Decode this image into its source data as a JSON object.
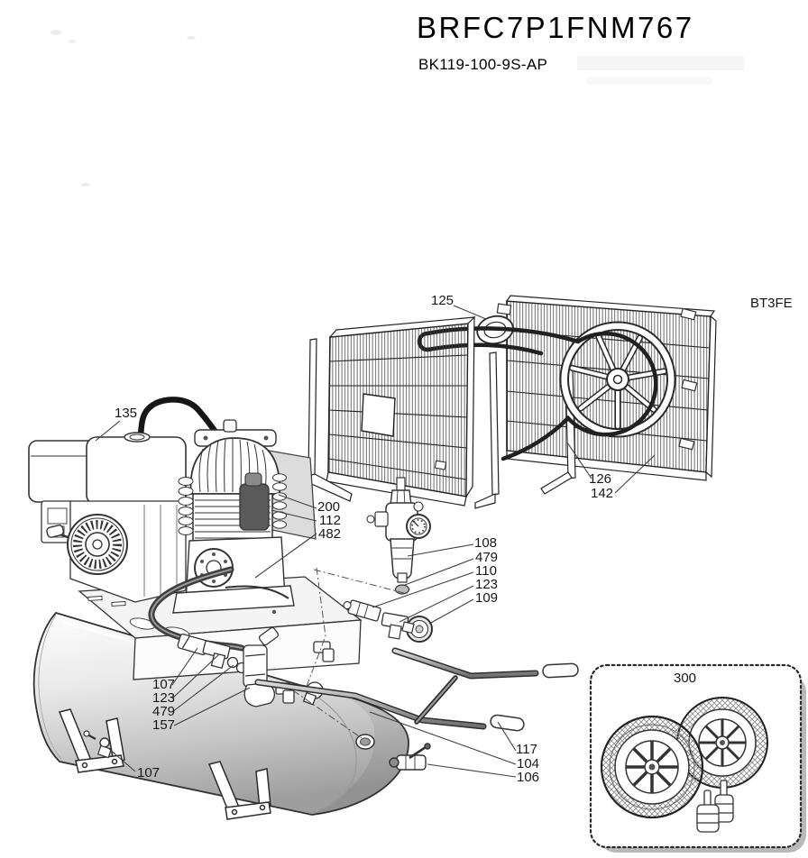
{
  "header": {
    "title": "BRFC7P1FNM767",
    "subtitle": "BK119-100-9S-AP"
  },
  "diagram": {
    "area_code": "BT3FE",
    "colors": {
      "line": "#1a1a1a",
      "background": "#ffffff"
    },
    "inset": {
      "label": "300"
    },
    "callouts": [
      {
        "part": "125"
      },
      {
        "part": "135"
      },
      {
        "part": "200"
      },
      {
        "part": "112"
      },
      {
        "part": "482"
      },
      {
        "part": "108"
      },
      {
        "part": "479"
      },
      {
        "part": "110"
      },
      {
        "part": "123"
      },
      {
        "part": "109"
      },
      {
        "part": "126"
      },
      {
        "part": "142"
      },
      {
        "part": "107"
      },
      {
        "part": "123"
      },
      {
        "part": "479"
      },
      {
        "part": "157"
      },
      {
        "part": "117"
      },
      {
        "part": "104"
      },
      {
        "part": "106"
      },
      {
        "part": "107"
      }
    ]
  }
}
